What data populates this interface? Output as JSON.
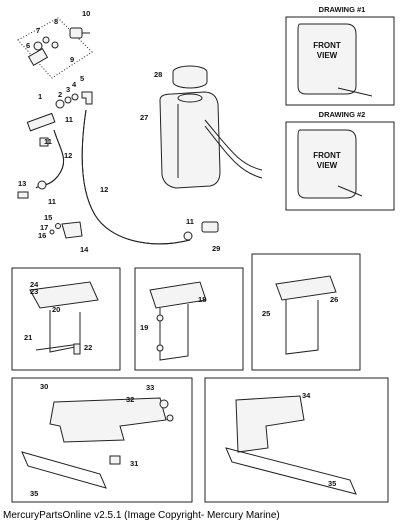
{
  "drawings": [
    {
      "title": "DRAWING #1",
      "view_line1": "FRONT",
      "view_line2": "VIEW"
    },
    {
      "title": "DRAWING #2",
      "view_line1": "FRONT",
      "view_line2": "VIEW"
    }
  ],
  "callouts": [
    "1",
    "2",
    "3",
    "4",
    "5",
    "6",
    "7",
    "8",
    "9",
    "10",
    "11",
    "11",
    "11",
    "11",
    "12",
    "12",
    "13",
    "14",
    "15",
    "16",
    "17",
    "18",
    "19",
    "20",
    "21",
    "22",
    "23",
    "24",
    "25",
    "26",
    "27",
    "28",
    "29",
    "30",
    "31",
    "32",
    "33",
    "34",
    "35",
    "35"
  ],
  "footer": "MercuryPartsOnline v2.5.1 (Image Copyright- Mercury Marine)"
}
